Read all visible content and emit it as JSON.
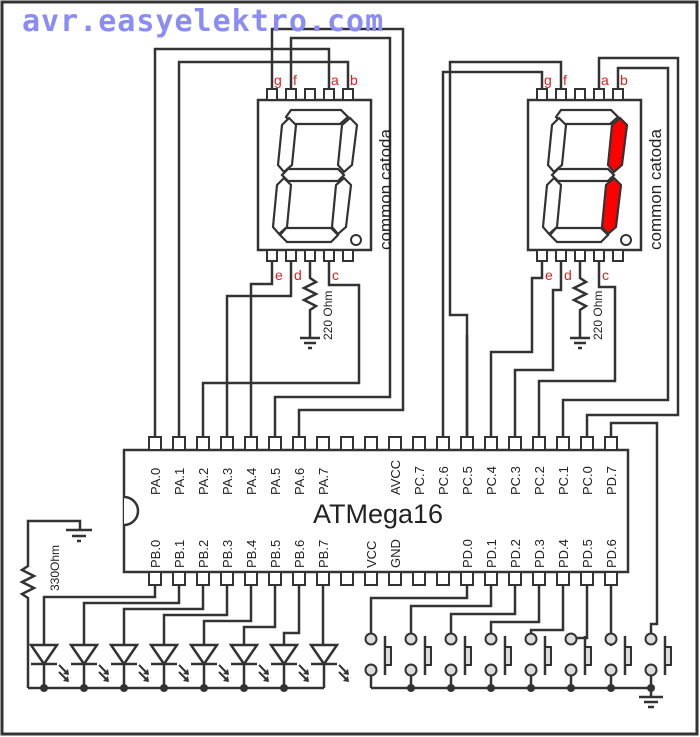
{
  "site_title": "avr.easyelektro.com",
  "chip": {
    "name": "ATMega16",
    "top_pins": [
      "PA.0",
      "PA.1",
      "PA.2",
      "PA.3",
      "PA.4",
      "PA.5",
      "PA.6",
      "PA.7",
      "",
      "",
      "AVCC",
      "PC.7",
      "PC.6",
      "PC.5",
      "PC.4",
      "PC.3",
      "PC.2",
      "PC.1",
      "PC.0",
      "PD.7"
    ],
    "bottom_pins": [
      "PB.0",
      "PB.1",
      "PB.2",
      "PB.3",
      "PB.4",
      "PB.5",
      "PB.6",
      "PB.7",
      "",
      "VCC",
      "GND",
      "",
      "",
      "PD.0",
      "PD.1",
      "PD.2",
      "PD.3",
      "PD.4",
      "PD.5",
      "PD.6"
    ]
  },
  "displays": [
    {
      "label": "common catoda",
      "top_pin_labels": [
        "g",
        "f",
        "",
        "a",
        "b"
      ],
      "bottom_pin_labels": [
        "e",
        "d",
        "",
        "c",
        ""
      ],
      "resistor_label": "220 Ohm",
      "lit_segments": []
    },
    {
      "label": "common catoda",
      "top_pin_labels": [
        "g",
        "f",
        "",
        "a",
        "b"
      ],
      "bottom_pin_labels": [
        "e",
        "d",
        "",
        "c",
        ""
      ],
      "resistor_label": "220 Ohm",
      "lit_segments": [
        "b",
        "c"
      ]
    }
  ],
  "led_bank": {
    "count": 8,
    "resistor_label": "330Ohm"
  },
  "buttons": {
    "count": 8
  },
  "colors": {
    "wire": "#333333",
    "pin_label": "#e02020",
    "lit_segment": "#ff0000",
    "title": "#8a8cf7",
    "button_contact": "#dddddd"
  }
}
